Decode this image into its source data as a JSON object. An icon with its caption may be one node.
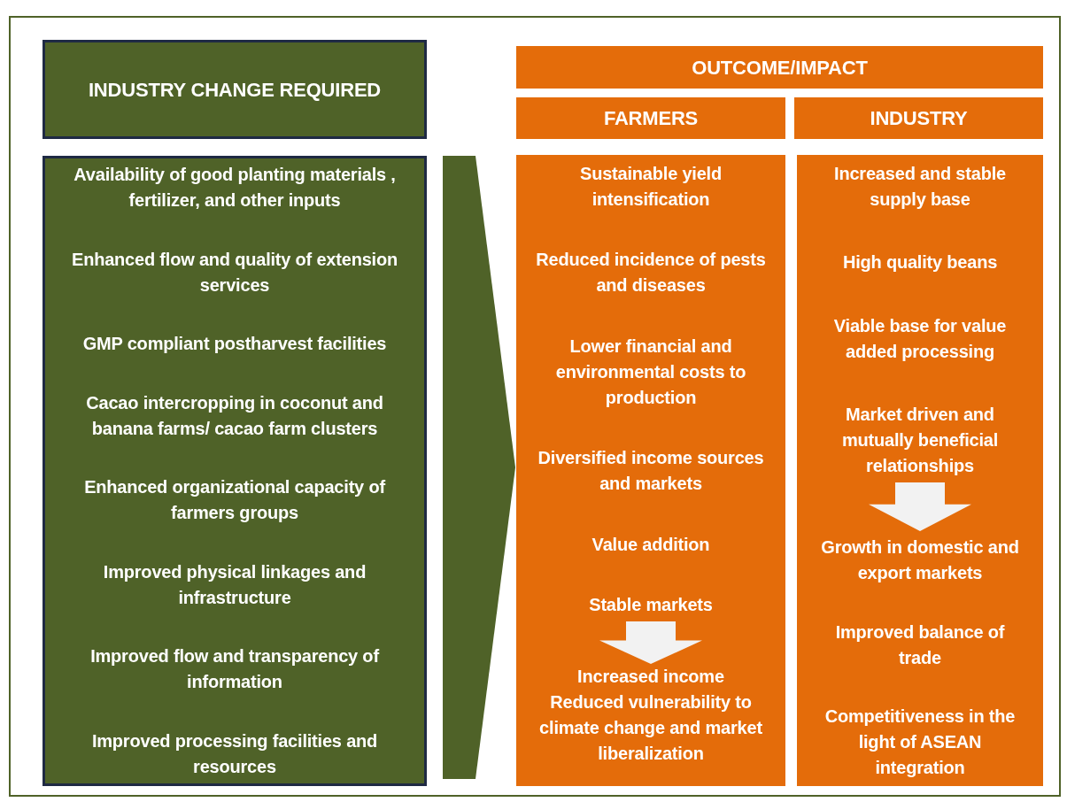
{
  "diagram": {
    "nodes": [
      {
        "text": [
          "INDUSTRY CHANGE REQUIRED"
        ]
      },
      {
        "text": [
          "Availability of good planting materials , fertilizer, and other inputs",
          "Enhanced flow and quality of extension services",
          "GMP compliant postharvest facilities",
          "Cacao intercropping in coconut and banana farms/ cacao farm clusters",
          "Enhanced organizational capacity of farmers groups",
          "Improved physical linkages and infrastructure",
          "Improved flow and transparency of information",
          "Improved processing facilities and resources"
        ]
      },
      {
        "text": [
          "OUTCOME/IMPACT"
        ]
      },
      {
        "text": [
          "FARMERS"
        ]
      },
      {
        "text": [
          "INDUSTRY"
        ]
      },
      {
        "text": [],
        "shape": "box"
      },
      {
        "text": [
          "Sustainable yield intensification",
          "Reduced incidence of pests and diseases",
          "Lower financial and environmental costs to production",
          "Diversified income sources and markets",
          "Value addition",
          "Stable markets"
        ],
        "in": 5
      },
      {
        "text": [
          "Increased income",
          "Reduced vulnerability to climate change and market liberalization"
        ],
        "in": 5
      },
      {
        "text": [],
        "shape": "box"
      },
      {
        "text": [
          "Increased and stable supply base",
          "High quality beans",
          "Viable base for value added processing",
          "Market driven and mutually beneficial relationships"
        ],
        "in": 8
      },
      {
        "text": [
          "Growth in domestic and export markets",
          "Improved balance of trade",
          "Competitiveness in the light of ASEAN integration"
        ],
        "in": 8
      }
    ],
    "edges": [
      {
        "from": 1,
        "to": 5,
        "arrow": "to",
        "color": "#4f6228"
      },
      {
        "from": 6,
        "to": 7,
        "arrow": "to"
      },
      {
        "from": 9,
        "to": 10,
        "arrow": "to"
      }
    ]
  }
}
